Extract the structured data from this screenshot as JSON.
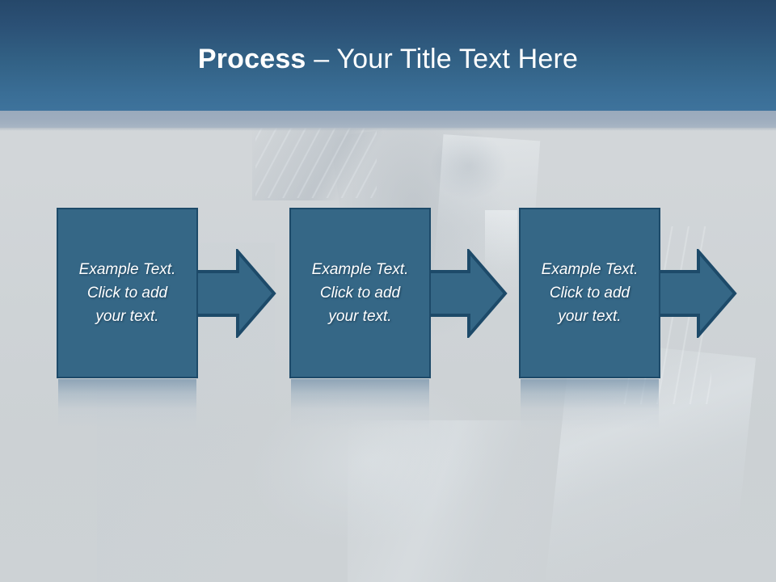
{
  "slide": {
    "title": {
      "bold_part": "Process",
      "dash": " – ",
      "rest": "Your Title Text Here"
    },
    "background_description": "faint ghosted guitarist photo"
  },
  "theme": {
    "header_gradient_top": "#26486a",
    "header_gradient_bottom": "#3e739c",
    "header_band": "#9eadbe",
    "page_background": "#ccd1d4",
    "box_fill": "#356786",
    "box_border": "#1d4a69",
    "arrow_fill": "#356786",
    "arrow_border": "#1d4a69",
    "text_color": "#ffffff"
  },
  "process": {
    "steps": [
      {
        "id": "step-1",
        "text": "Example Text.\nClick  to add\nyour text."
      },
      {
        "id": "step-2",
        "text": "Example Text.\nClick  to add\nyour text."
      },
      {
        "id": "step-3",
        "text": "Example Text.\nClick  to add\nyour text."
      }
    ],
    "arrows": [
      {
        "id": "arrow-1",
        "name": "arrow-step1-to-step2"
      },
      {
        "id": "arrow-2",
        "name": "arrow-step2-to-step3"
      },
      {
        "id": "arrow-3",
        "name": "arrow-step3-outward"
      }
    ]
  }
}
